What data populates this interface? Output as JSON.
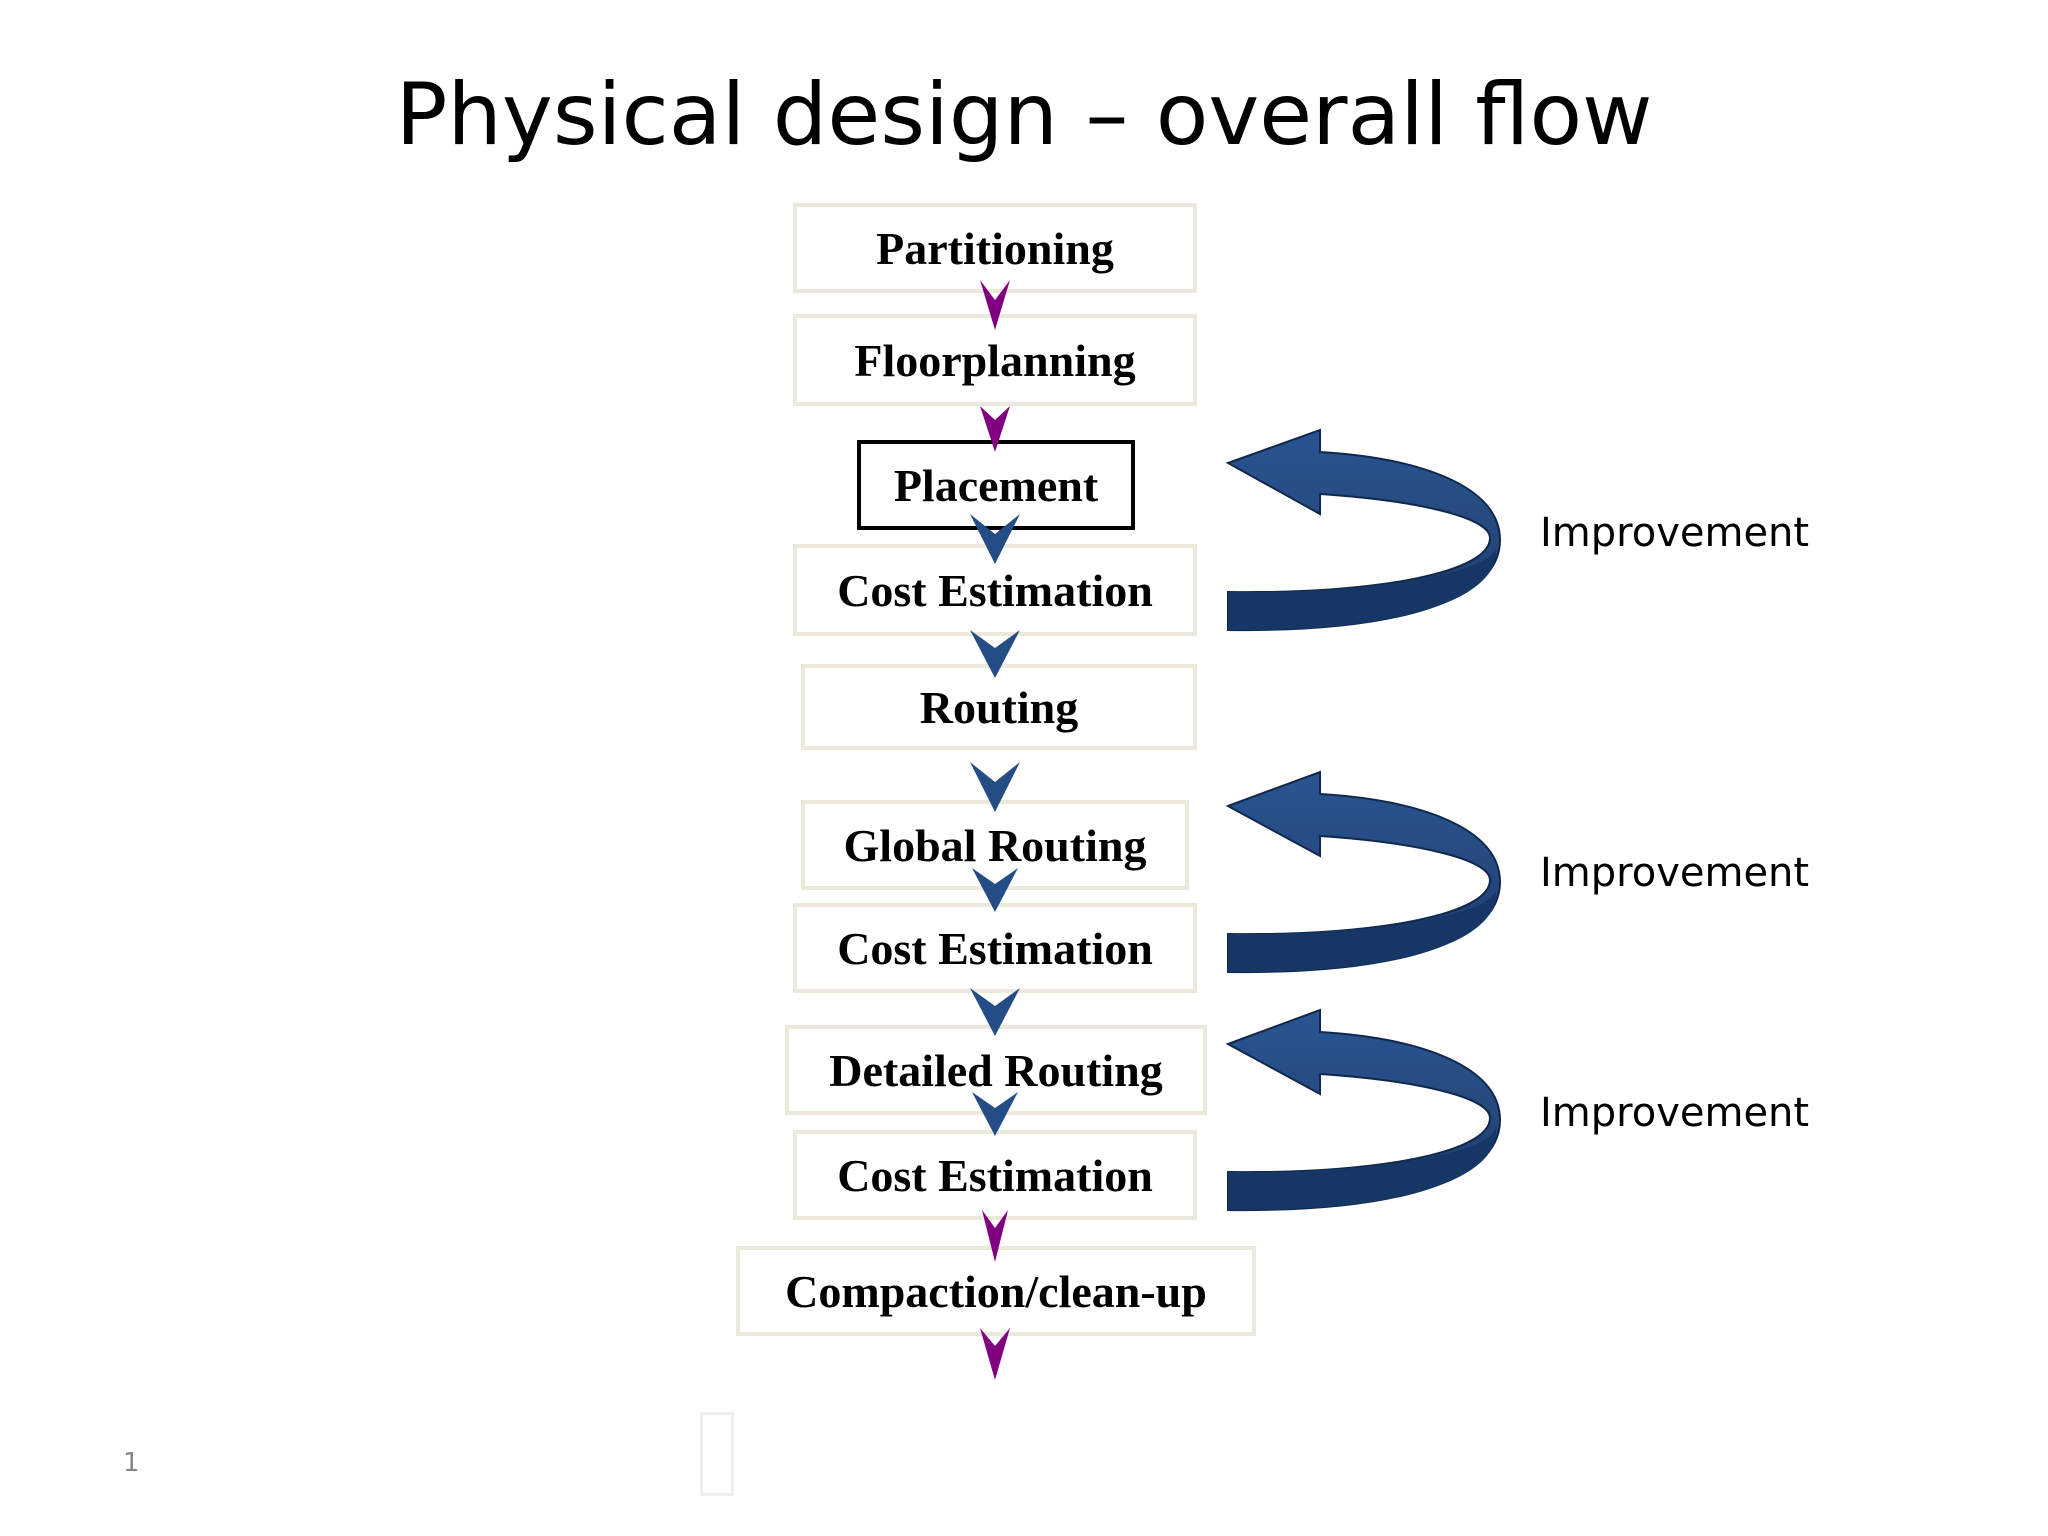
{
  "slide": {
    "title": "Physical design – overall flow",
    "page_number": "1"
  },
  "steps": [
    {
      "label": "Partitioning"
    },
    {
      "label": "Floorplanning"
    },
    {
      "label": "Placement"
    },
    {
      "label": "Cost Estimation"
    },
    {
      "label": "Routing"
    },
    {
      "label": "Global Routing"
    },
    {
      "label": "Cost Estimation"
    },
    {
      "label": "Detailed Routing"
    },
    {
      "label": "Cost Estimation"
    },
    {
      "label": "Compaction/clean-up"
    }
  ],
  "loops": [
    {
      "label": "Improvement"
    },
    {
      "label": "Improvement"
    },
    {
      "label": "Improvement"
    }
  ],
  "colors": {
    "purple_arrow": "#800080",
    "blue_arrow": "#254d85",
    "curved_arrow_fill": "#24487c",
    "curved_arrow_dark": "#163766",
    "box_border": "#ebe8dc"
  }
}
